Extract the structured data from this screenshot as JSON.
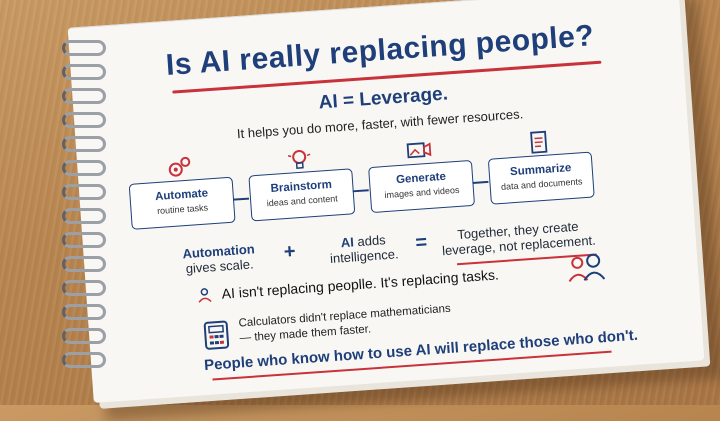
{
  "title": "Is AI really replacing people?",
  "equation": "AI = Leverage.",
  "equation_subtitle": "It helps you do more, faster, with fewer resources.",
  "steps": [
    {
      "label": "Automate",
      "desc": "routine tasks",
      "icon": "gears-icon"
    },
    {
      "label": "Brainstorm",
      "desc": "ideas and content",
      "icon": "lightbulb-icon"
    },
    {
      "label": "Generate",
      "desc": "images and videos",
      "icon": "image-video-icon"
    },
    {
      "label": "Summarize",
      "desc": "data and documents",
      "icon": "document-icon"
    }
  ],
  "formula": {
    "term1_bold": "Automation",
    "term1_rest": "gives scale.",
    "operator_plus": "+",
    "term2_bold": "AI",
    "term2_rest": "adds intelligence.",
    "operator_equals": "=",
    "result_line1": "Together, they create",
    "result_line2": "leverage, not replacement."
  },
  "insight": "AI isn't replacing peoplle. It's replacing tasks.",
  "analogy_line1": "Calculators didn't replace mathematicians",
  "analogy_line2": "— they made them faster.",
  "conclusion": "People who know how to use AI will replace those who don't.",
  "colors": {
    "navy": "#1f3f7a",
    "red": "#c8323a",
    "paper": "#f8f7f3",
    "wood": "#b8854f"
  }
}
